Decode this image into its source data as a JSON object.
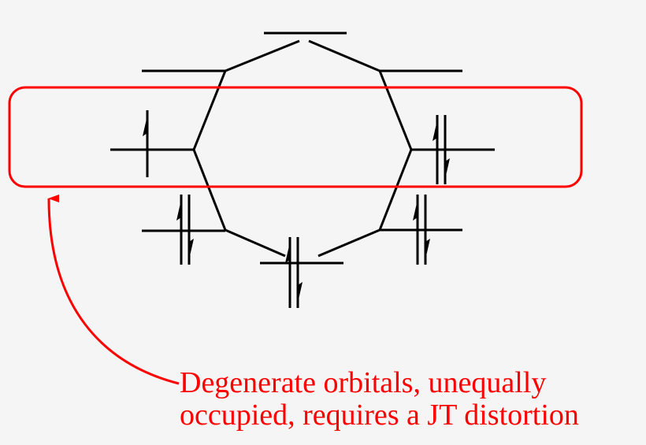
{
  "diagram": {
    "annotation": {
      "lines": [
        "Degenerate orbitals, unequally",
        "occupied, requires a JT distortion"
      ],
      "color": "#ff0000"
    },
    "orbital_levels": [
      {
        "name": "top",
        "electrons": 0
      },
      {
        "name": "upper-left",
        "electrons": 0
      },
      {
        "name": "upper-right",
        "electrons": 0
      },
      {
        "name": "middle-left",
        "electrons": 1
      },
      {
        "name": "middle-right",
        "electrons": 2
      },
      {
        "name": "lower-left",
        "electrons": 2
      },
      {
        "name": "lower-right",
        "electrons": 2
      },
      {
        "name": "bottom",
        "electrons": 2
      }
    ],
    "line_color": "#000000",
    "background": "#f5f5f5"
  }
}
